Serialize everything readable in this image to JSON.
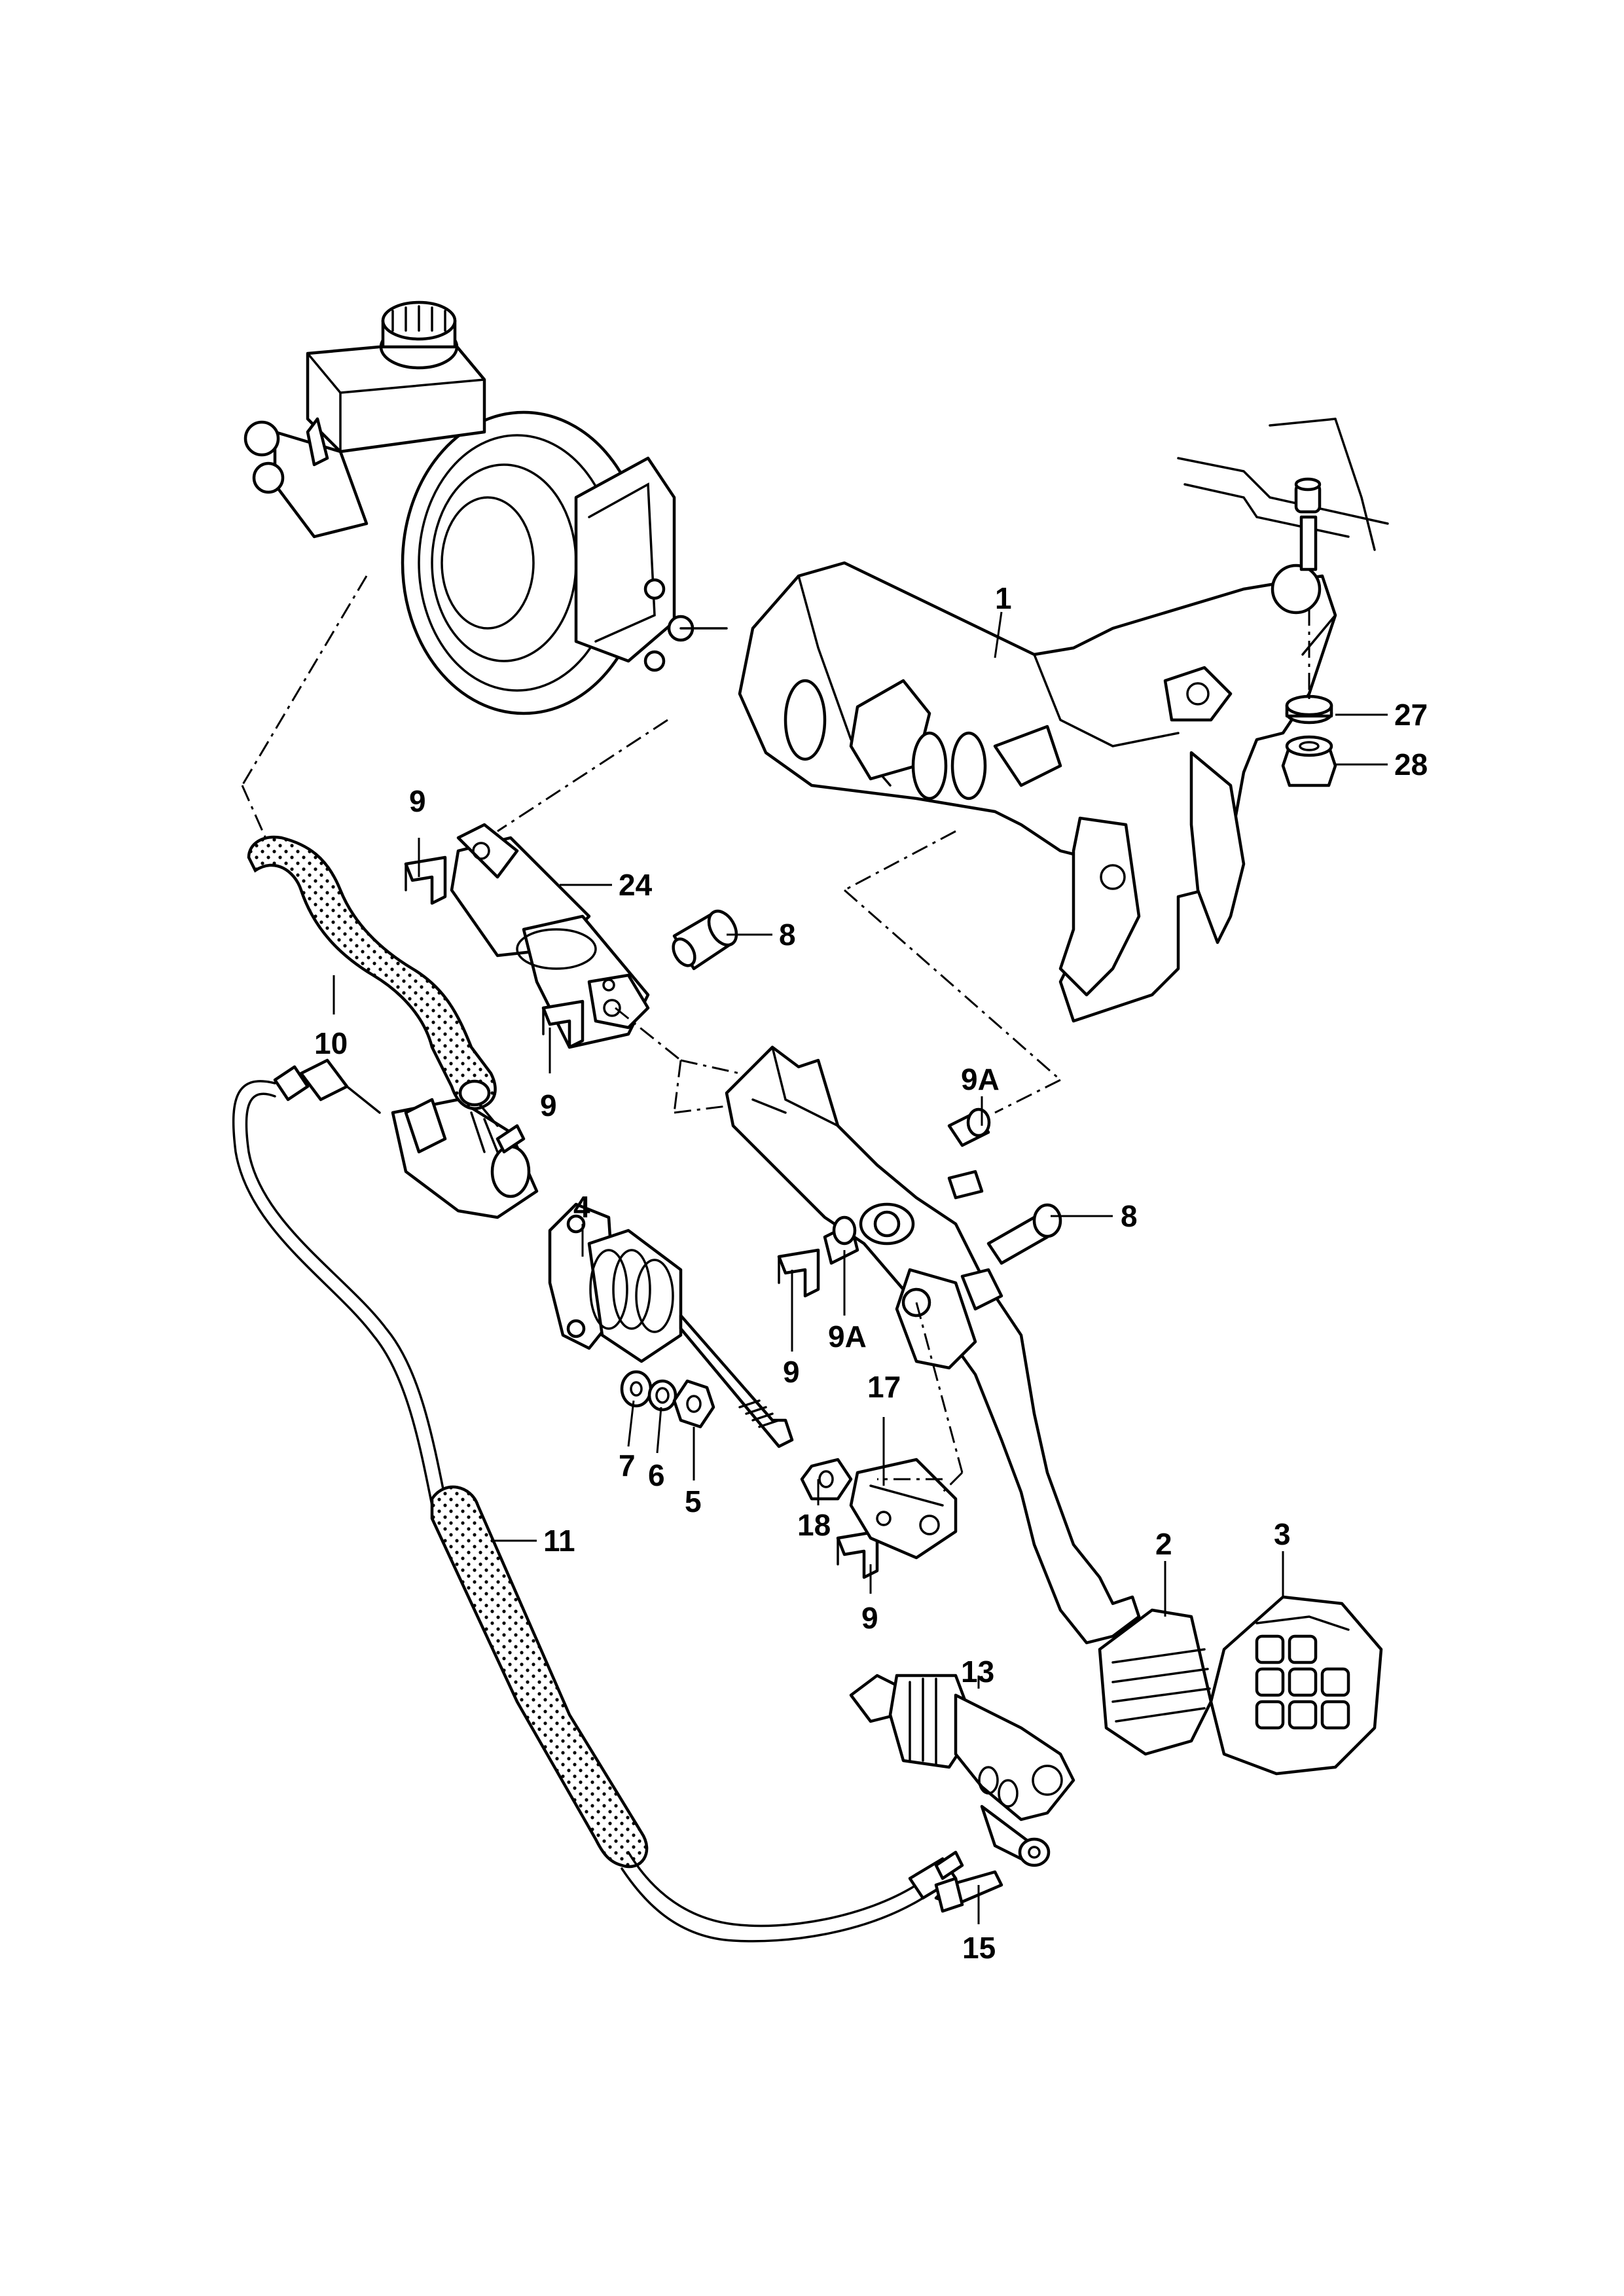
{
  "callouts": {
    "c1": "1",
    "c2": "2",
    "c3": "3",
    "c4": "4",
    "c5": "5",
    "c6": "6",
    "c7": "7",
    "c8a": "8",
    "c8b": "8",
    "c9a": "9",
    "c9b": "9",
    "c9c": "9",
    "c9d": "9",
    "c9Aa": "9A",
    "c9Ab": "9A",
    "c10": "10",
    "c11": "11",
    "c13": "13",
    "c15": "15",
    "c17": "17",
    "c18": "18",
    "c24": "24",
    "c27": "27",
    "c28": "28"
  },
  "colors": {
    "ink": "#000000",
    "paper": "#ffffff"
  }
}
